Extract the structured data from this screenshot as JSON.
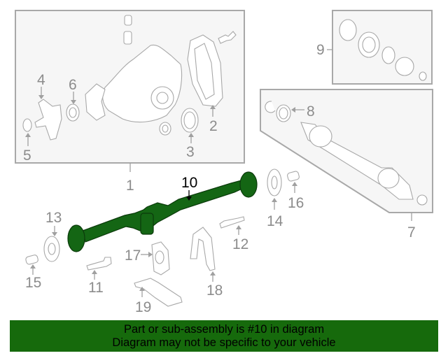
{
  "banner": {
    "line1": "Part or sub-assembly is #10 in diagram",
    "line2": "Diagram may not be specific to your vehicle",
    "background": "#166a0c"
  },
  "highlight_color": "#146614",
  "callouts": {
    "c1": "1",
    "c2": "2",
    "c3": "3",
    "c4": "4",
    "c5": "5",
    "c6": "6",
    "c7": "7",
    "c8": "8",
    "c9": "9",
    "c10": "10",
    "c11": "11",
    "c12": "12",
    "c13": "13",
    "c14": "14",
    "c15": "15",
    "c16": "16",
    "c17": "17",
    "c18": "18",
    "c19": "19"
  },
  "highlighted_part": "10"
}
